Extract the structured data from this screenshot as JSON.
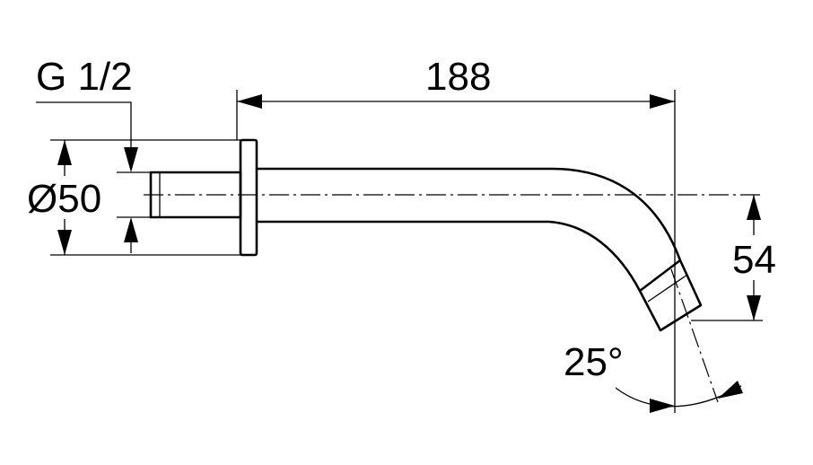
{
  "labels": {
    "thread": "G 1/2",
    "length": "188",
    "diameter": "Ø50",
    "drop": "54",
    "angle": "25°"
  }
}
